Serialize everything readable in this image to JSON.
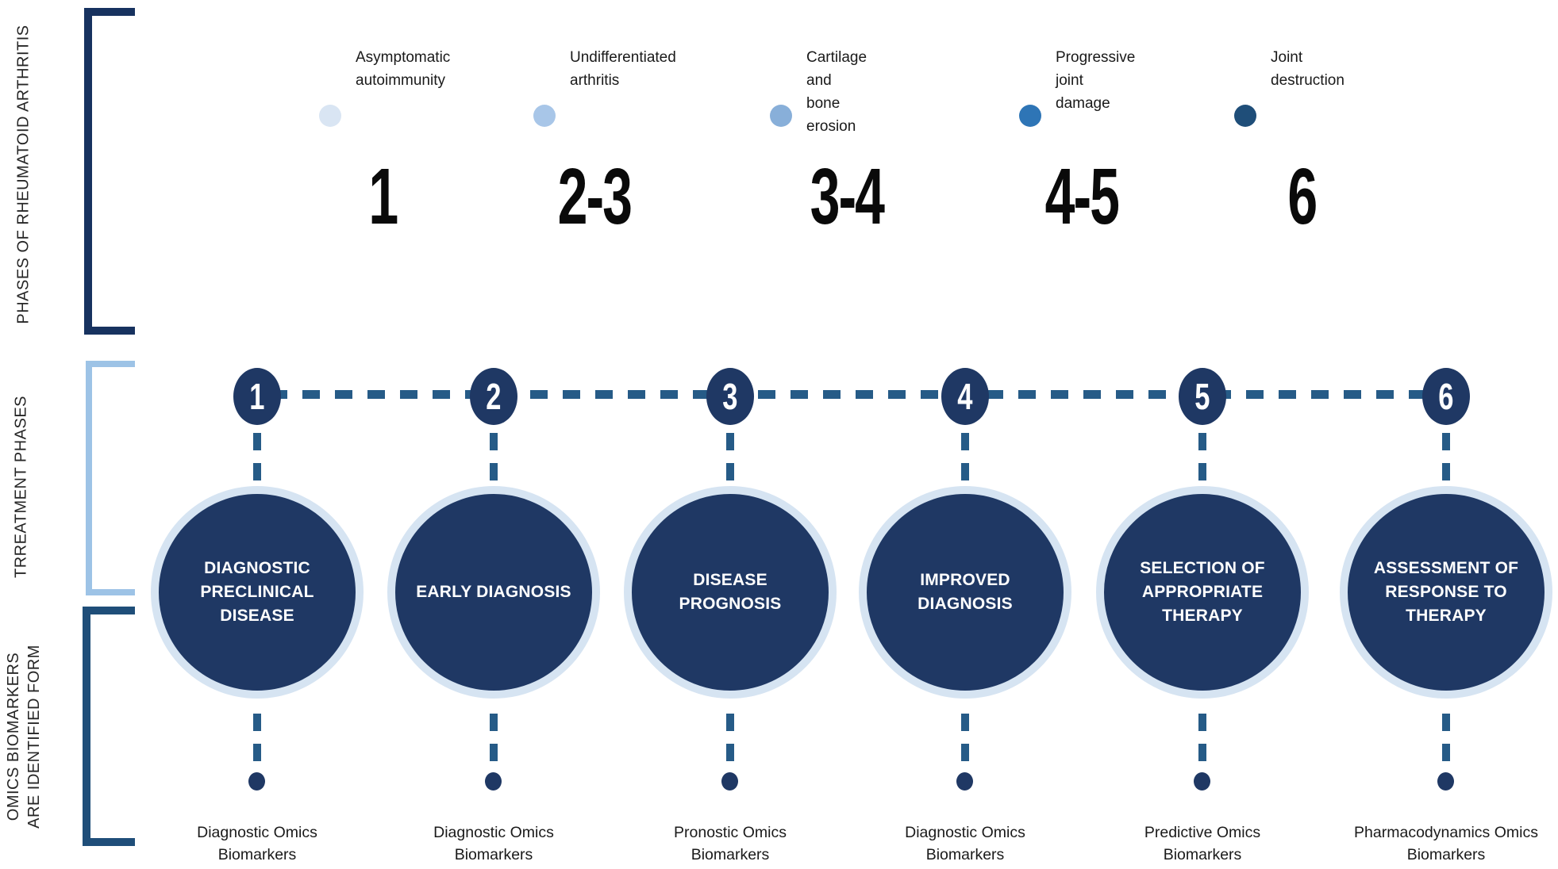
{
  "side_labels": {
    "phases": "PHASES OF RHEUMATOID ARTHRITIS",
    "treatment": "TRREATMENT PHASES",
    "omics": "OMICS BIOMARKERS\nARE IDENTIFIED FORM"
  },
  "colors": {
    "navy_circle_fill": "#1f3864",
    "top_bracket": "#17325f",
    "treatment_bracket": "#9dc3e6",
    "omics_bracket": "#1f4e79",
    "dash_line": "#265b87",
    "goal_ring": "#d6e4f2",
    "goal_text": "#ffffff"
  },
  "ra_phases": {
    "legend": [
      {
        "label": "Asymptomatic\nautoimmunity",
        "color": "#d9e5f3"
      },
      {
        "label": "Undifferentiated\narthritis",
        "color": "#a8c6e8"
      },
      {
        "label": "Cartilage and bone erosion",
        "color": "#88afd9"
      },
      {
        "label": "Progressive joint\ndamage",
        "color": "#2e75b6"
      },
      {
        "label": "Joint destruction",
        "color": "#1f4e79"
      }
    ],
    "stages": [
      {
        "number": "1",
        "color": "#dbe7f4"
      },
      {
        "number": "2-3",
        "color": "#b3cce9"
      },
      {
        "number": "3-4",
        "color": "#8fb4dc"
      },
      {
        "number": "4-5",
        "color": "#2e75b6"
      },
      {
        "number": "6",
        "color": "#1f4e79"
      }
    ]
  },
  "treatment_phases": {
    "steps": [
      {
        "number": "1",
        "goal": "DIAGNOSTIC\nPRECLINICAL\nDISEASE",
        "biomarker": "Diagnostic Omics\nBiomarkers"
      },
      {
        "number": "2",
        "goal": "EARLY DIAGNOSIS",
        "biomarker": "Diagnostic Omics\nBiomarkers"
      },
      {
        "number": "3",
        "goal": "DISEASE\nPROGNOSIS",
        "biomarker": "Pronostic Omics\nBiomarkers"
      },
      {
        "number": "4",
        "goal": "IMPROVED\nDIAGNOSIS",
        "biomarker": "Diagnostic Omics\nBiomarkers"
      },
      {
        "number": "5",
        "goal": "SELECTION OF\nAPPROPRIATE THERAPY",
        "biomarker": "Predictive Omics\nBiomarkers"
      },
      {
        "number": "6",
        "goal": "ASSESSMENT OF\nRESPONSE TO THERAPY",
        "biomarker": "Pharmacodynamics Omics\nBiomarkers"
      }
    ]
  }
}
